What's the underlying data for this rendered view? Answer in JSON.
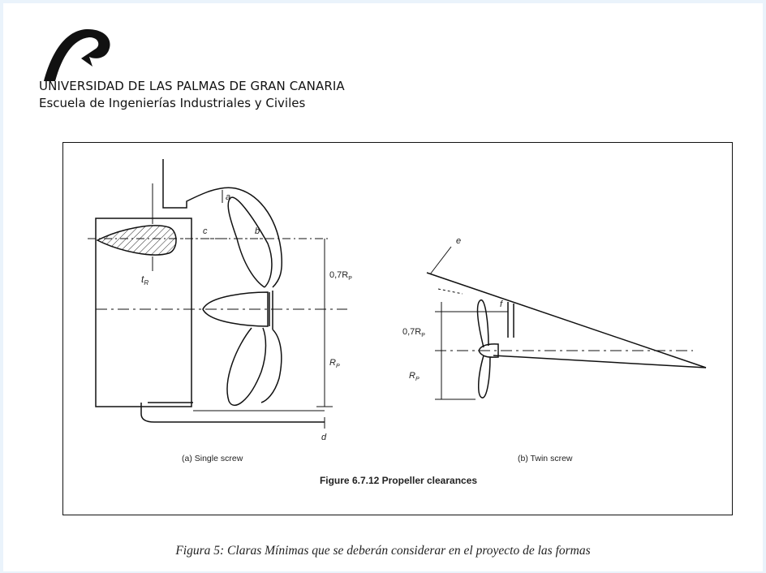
{
  "header": {
    "university": "UNIVERSIDAD DE LAS PALMAS DE GRAN CANARIA",
    "school": "Escuela de Ingenierías Industriales y Civiles"
  },
  "figure": {
    "title": "Figure 6.7.12 Propeller clearances",
    "single_screw": {
      "caption": "(a) Single screw",
      "labels": {
        "a": "a",
        "b": "b",
        "c": "c",
        "d": "d",
        "tR": "t",
        "tR_sub": "R",
        "r07": "0,7R",
        "r07_sub": "P",
        "rp": "R",
        "rp_sub": "P"
      }
    },
    "twin_screw": {
      "caption": "(b) Twin screw",
      "labels": {
        "e": "e",
        "f": "f",
        "r07": "0,7R",
        "r07_sub": "P",
        "rp": "R",
        "rp_sub": "P"
      }
    }
  },
  "caption": "Figura 5: Claras Mínimas que se deberán considerar en el proyecto de las formas",
  "colors": {
    "background": "#eaf3fb",
    "page": "#ffffff",
    "ink": "#111111"
  }
}
